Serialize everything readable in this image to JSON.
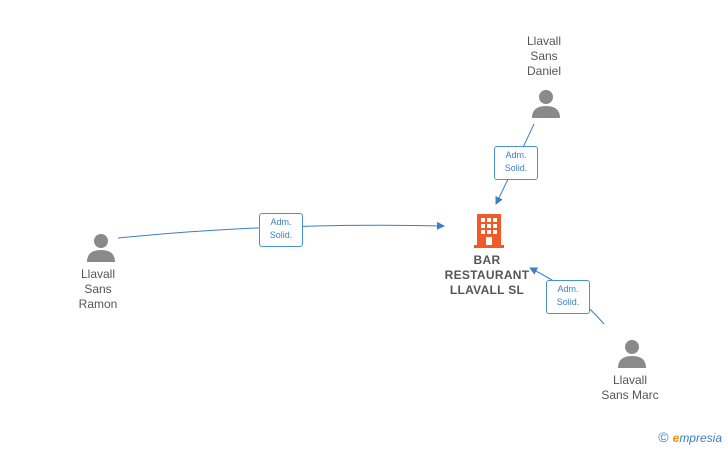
{
  "company": {
    "name": "BAR\nRESTAURANT\nLLAVALL  SL",
    "color": "#f05a28"
  },
  "persons": [
    {
      "id": "daniel",
      "name": "Llavall\nSans\nDaniel"
    },
    {
      "id": "ramon",
      "name": "Llavall\nSans\nRamon"
    },
    {
      "id": "marc",
      "name": "Llavall\nSans Marc"
    }
  ],
  "relations": [
    {
      "from": "daniel",
      "label": "Adm.\nSolid."
    },
    {
      "from": "ramon",
      "label": "Adm.\nSolid."
    },
    {
      "from": "marc",
      "label": "Adm.\nSolid."
    }
  ],
  "brand": {
    "copyright": "©",
    "initial": "e",
    "rest": "mpresia"
  },
  "colors": {
    "edge": "#3a7fc8",
    "person": "#8a8a8a"
  }
}
